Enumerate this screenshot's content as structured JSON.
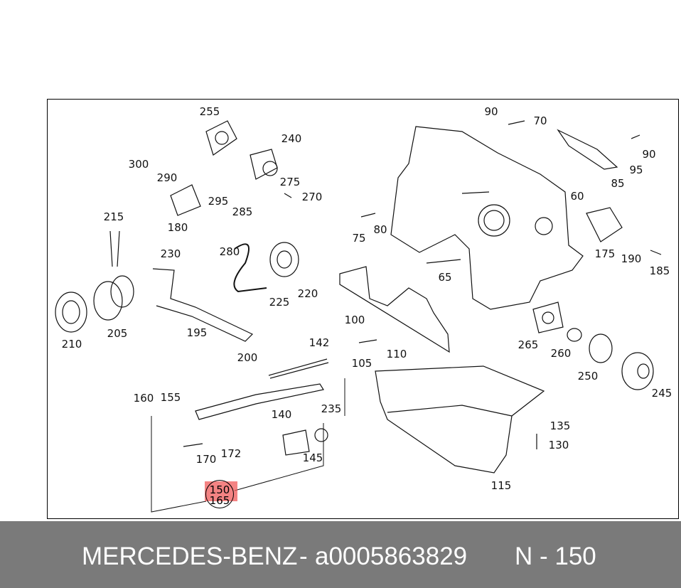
{
  "diagram": {
    "labels": [
      "255",
      "240",
      "300",
      "290",
      "275",
      "270",
      "295",
      "285",
      "180",
      "215",
      "230",
      "280",
      "220",
      "225",
      "210",
      "205",
      "195",
      "200",
      "142",
      "160",
      "155",
      "235",
      "140",
      "170",
      "172",
      "145",
      "90",
      "70",
      "90",
      "95",
      "85",
      "60",
      "75",
      "80",
      "65",
      "175",
      "190",
      "185",
      "100",
      "110",
      "105",
      "265",
      "260",
      "250",
      "245",
      "135",
      "130",
      "115"
    ],
    "highlighted": {
      "top": "150",
      "bottom": "165",
      "color": "#f05a5a"
    }
  },
  "footer": {
    "brand": "MERCEDES-BENZ",
    "separator": "-",
    "part_number": "a0005863829",
    "position": "N - 150",
    "background": "#7a7a7a"
  }
}
